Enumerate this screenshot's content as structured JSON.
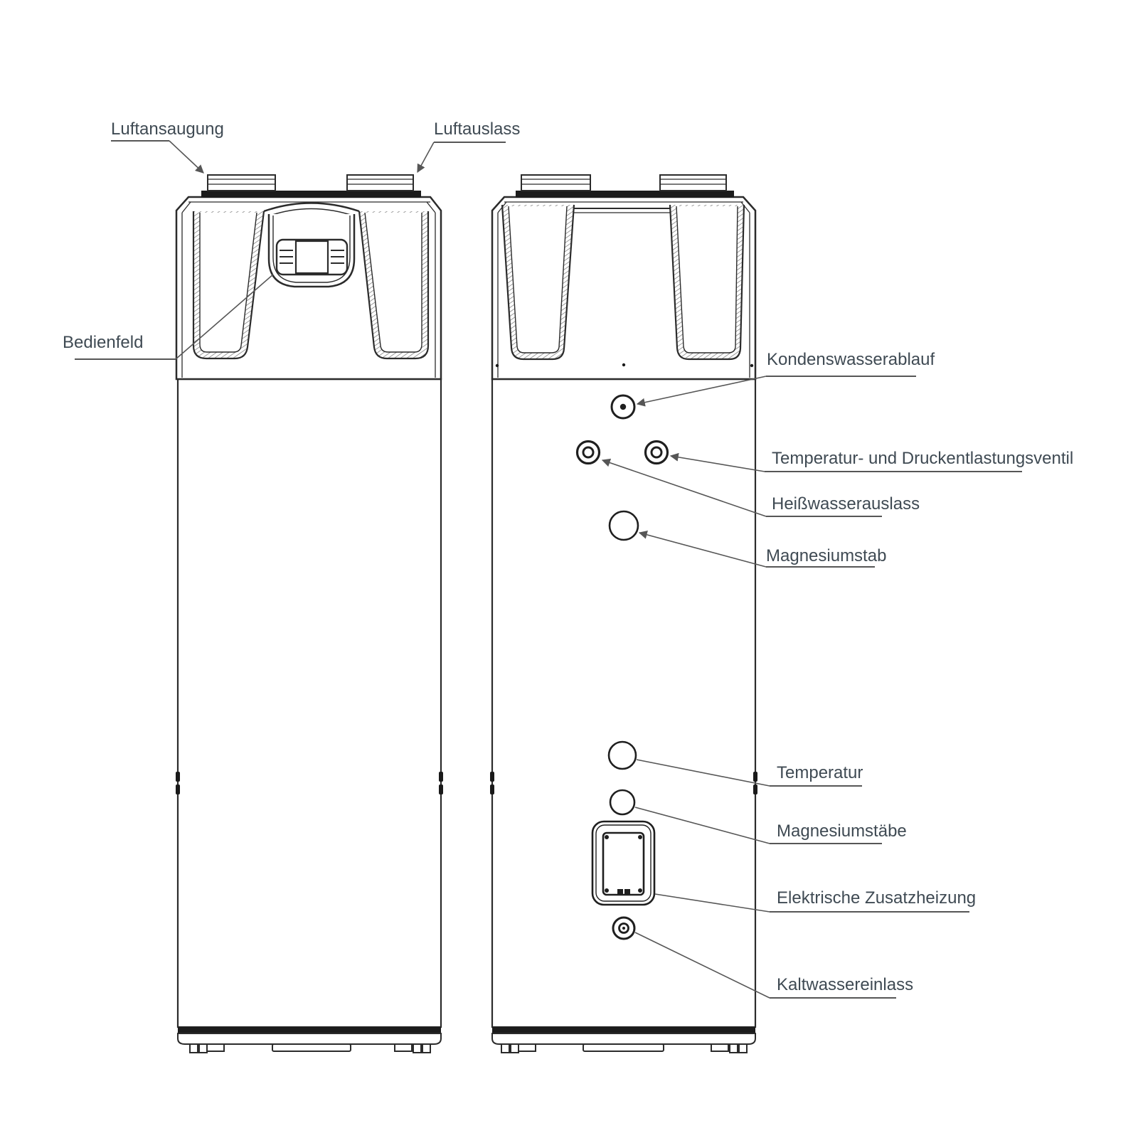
{
  "labels": {
    "air_intake": "Luftansaugung",
    "air_outlet": "Luftauslass",
    "control_panel": "Bedienfeld",
    "condensate_drain": "Kondenswasserablauf",
    "temp_pressure_relief_valve": "Temperatur- und Druckentlastungsventil",
    "hot_water_outlet": "Heißwasserauslass",
    "magnesium_rod": "Magnesiumstab",
    "temperature": "Temperatur",
    "magnesium_rods": "Magnesiumstäbe",
    "electric_backup_heater": "Elektrische Zusatzheizung",
    "cold_water_inlet": "Kaltwassereinlass"
  },
  "colors": {
    "background": "#ffffff",
    "outline": "#2b2b2b",
    "dark_band": "#1c1c1c",
    "label_text": "#3f4a53",
    "leader_line": "#565656"
  }
}
